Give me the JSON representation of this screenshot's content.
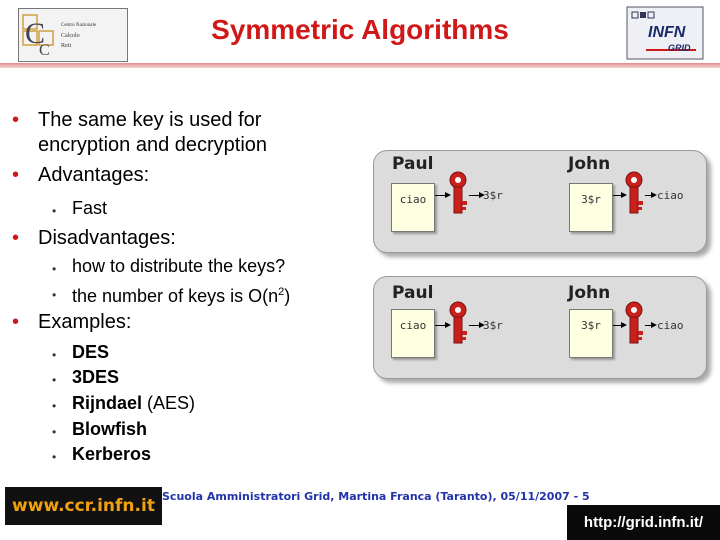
{
  "title": "Symmetric Algorithms",
  "logo_left": {
    "line1": "Centro Nazionale",
    "line2": "Calcolo",
    "line3": "Reti"
  },
  "logo_right": {
    "line1": "INFN",
    "line2": "GRID"
  },
  "bullets": {
    "b1a": "The same key is used for",
    "b1b": "encryption and decryption",
    "b2": "Advantages:",
    "b2_1": "Fast",
    "b3": "Disadvantages:",
    "b3_1": "how to distribute the keys?",
    "b3_2": "the number of keys is O(n",
    "b3_2_sup": "2",
    "b3_2_end": ")",
    "b4": "Examples:",
    "ex1": "DES",
    "ex2": "3DES",
    "ex3a": "Rijndael",
    "ex3b": "(AES)",
    "ex4": "Blowfish",
    "ex5": "Kerberos"
  },
  "diagram": {
    "sender": "Paul",
    "receiver": "John",
    "plain": "ciao",
    "cipher": "3$r"
  },
  "footer": {
    "left": "www.ccr.infn.it",
    "center": "Scuola Amministratori Grid, Martina Franca (Taranto), 05/11/2007 - 5",
    "right": "http://grid.infn.it/"
  },
  "colors": {
    "title": "#d01818",
    "bullet": "#d01818",
    "key": "#c8201a"
  }
}
